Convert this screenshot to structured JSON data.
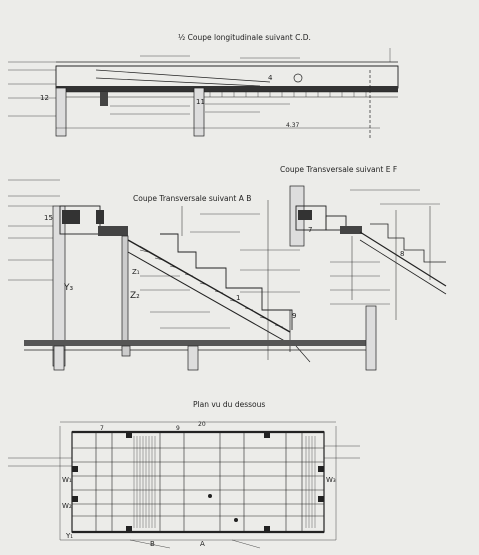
{
  "titles": {
    "longitudinal": "½ Coupe longitudinale suivant C.D.",
    "transversal_ab": "Coupe Transversale suivant A B",
    "transversal_ef": "Coupe Transversale suivant E F",
    "plan": "Plan vu du dessous"
  },
  "labels": {
    "marker_12": "12",
    "marker_15": "15",
    "marker_1": "1",
    "marker_4": "4",
    "marker_7": "7",
    "marker_8": "8",
    "marker_9": "9",
    "marker_11": "11",
    "y1": "Y₁",
    "y3": "Y₃",
    "z1": "Z₁",
    "z2": "Z₂",
    "w1": "W₁",
    "w2": "W₂",
    "w3": "W₃",
    "plan_20": "20",
    "plan_9": "9",
    "plan_7": "7",
    "plan_a": "A",
    "plan_b": "B",
    "dim_437": "4.37"
  }
}
